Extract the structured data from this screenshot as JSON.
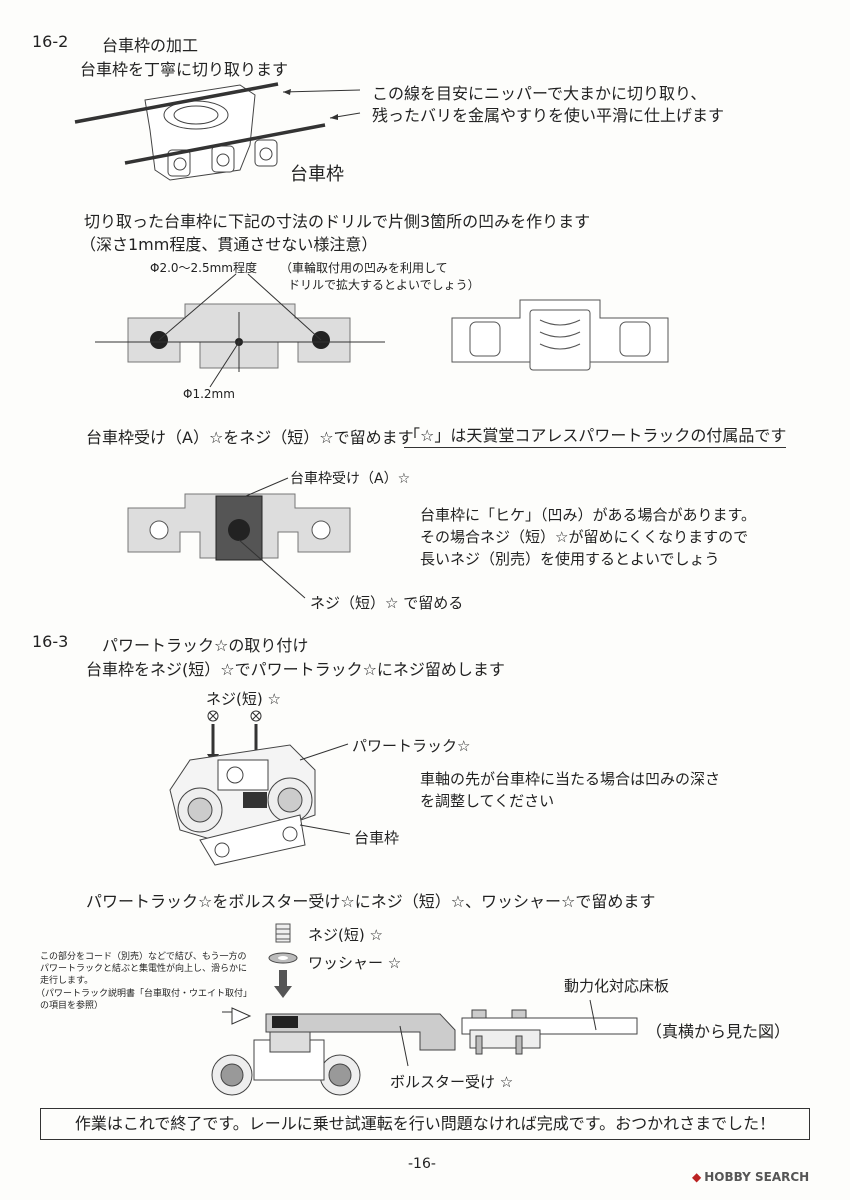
{
  "section_16_2": {
    "number": "16-2",
    "title": "台車枠の加工",
    "step1": "台車枠を丁寧に切り取ります",
    "cut_note_1": "この線を目安にニッパーで大まかに切り取り、",
    "cut_note_2": "残ったバリを金属やすりを使い平滑に仕上げます",
    "frame_label": "台車枠",
    "step2": "切り取った台車枠に下記の寸法のドリルで片側3箇所の凹みを作ります",
    "step2_sub": "（深さ1mm程度、貫通させない様注意）",
    "dim_large": "Φ2.0～2.5mm程度",
    "dim_large_note_1": "（車輪取付用の凹みを利用して",
    "dim_large_note_2": "ドリルで拡大するとよいでしょう）",
    "dim_small": "Φ1.2mm",
    "step3": "台車枠受け（A）☆をネジ（短）☆で留めます",
    "star_note": "「☆」は天賞堂コアレスパワートラックの付属品です",
    "receiver_label": "台車枠受け（A）☆",
    "hike_note_1": "台車枠に「ヒケ」（凹み）がある場合があります。",
    "hike_note_2": "その場合ネジ（短）☆が留めにくくなりますので",
    "hike_note_3": "長いネジ（別売）を使用するとよいでしょう",
    "screw_label": "ネジ（短）☆ で留める"
  },
  "section_16_3": {
    "number": "16-3",
    "title": "パワートラック☆の取り付け",
    "step1": "台車枠をネジ(短）☆でパワートラック☆にネジ留めします",
    "screw_label": "ネジ(短) ☆",
    "powertrack_label": "パワートラック☆",
    "axle_note_1": "車軸の先が台車枠に当たる場合は凹みの深さ",
    "axle_note_2": "を調整してください",
    "frame_label": "台車枠",
    "step2": "パワートラック☆をボルスター受け☆にネジ（短）☆、ワッシャー☆で留めます",
    "screw2_label": "ネジ(短) ☆",
    "washer_label": "ワッシャー ☆",
    "floor_label": "動力化対応床板",
    "side_view": "（真横から見た図）",
    "bolster_label": "ボルスター受け ☆",
    "cord_note_1": "この部分をコード（別売）などで結び、もう一方の",
    "cord_note_2": "パワートラックと結ぶと集電性が向上し、滑らかに",
    "cord_note_3": "走行します。",
    "cord_note_4": "（パワートラック説明書「台車取付・ウエイト取付」",
    "cord_note_5": "の項目を参照）"
  },
  "footer": {
    "finish": "作業はこれで終了です。レールに乗せ試運転を行い問題なければ完成です。おつかれさまでした！",
    "page": "-16-",
    "logo": "HOBBY SEARCH"
  }
}
